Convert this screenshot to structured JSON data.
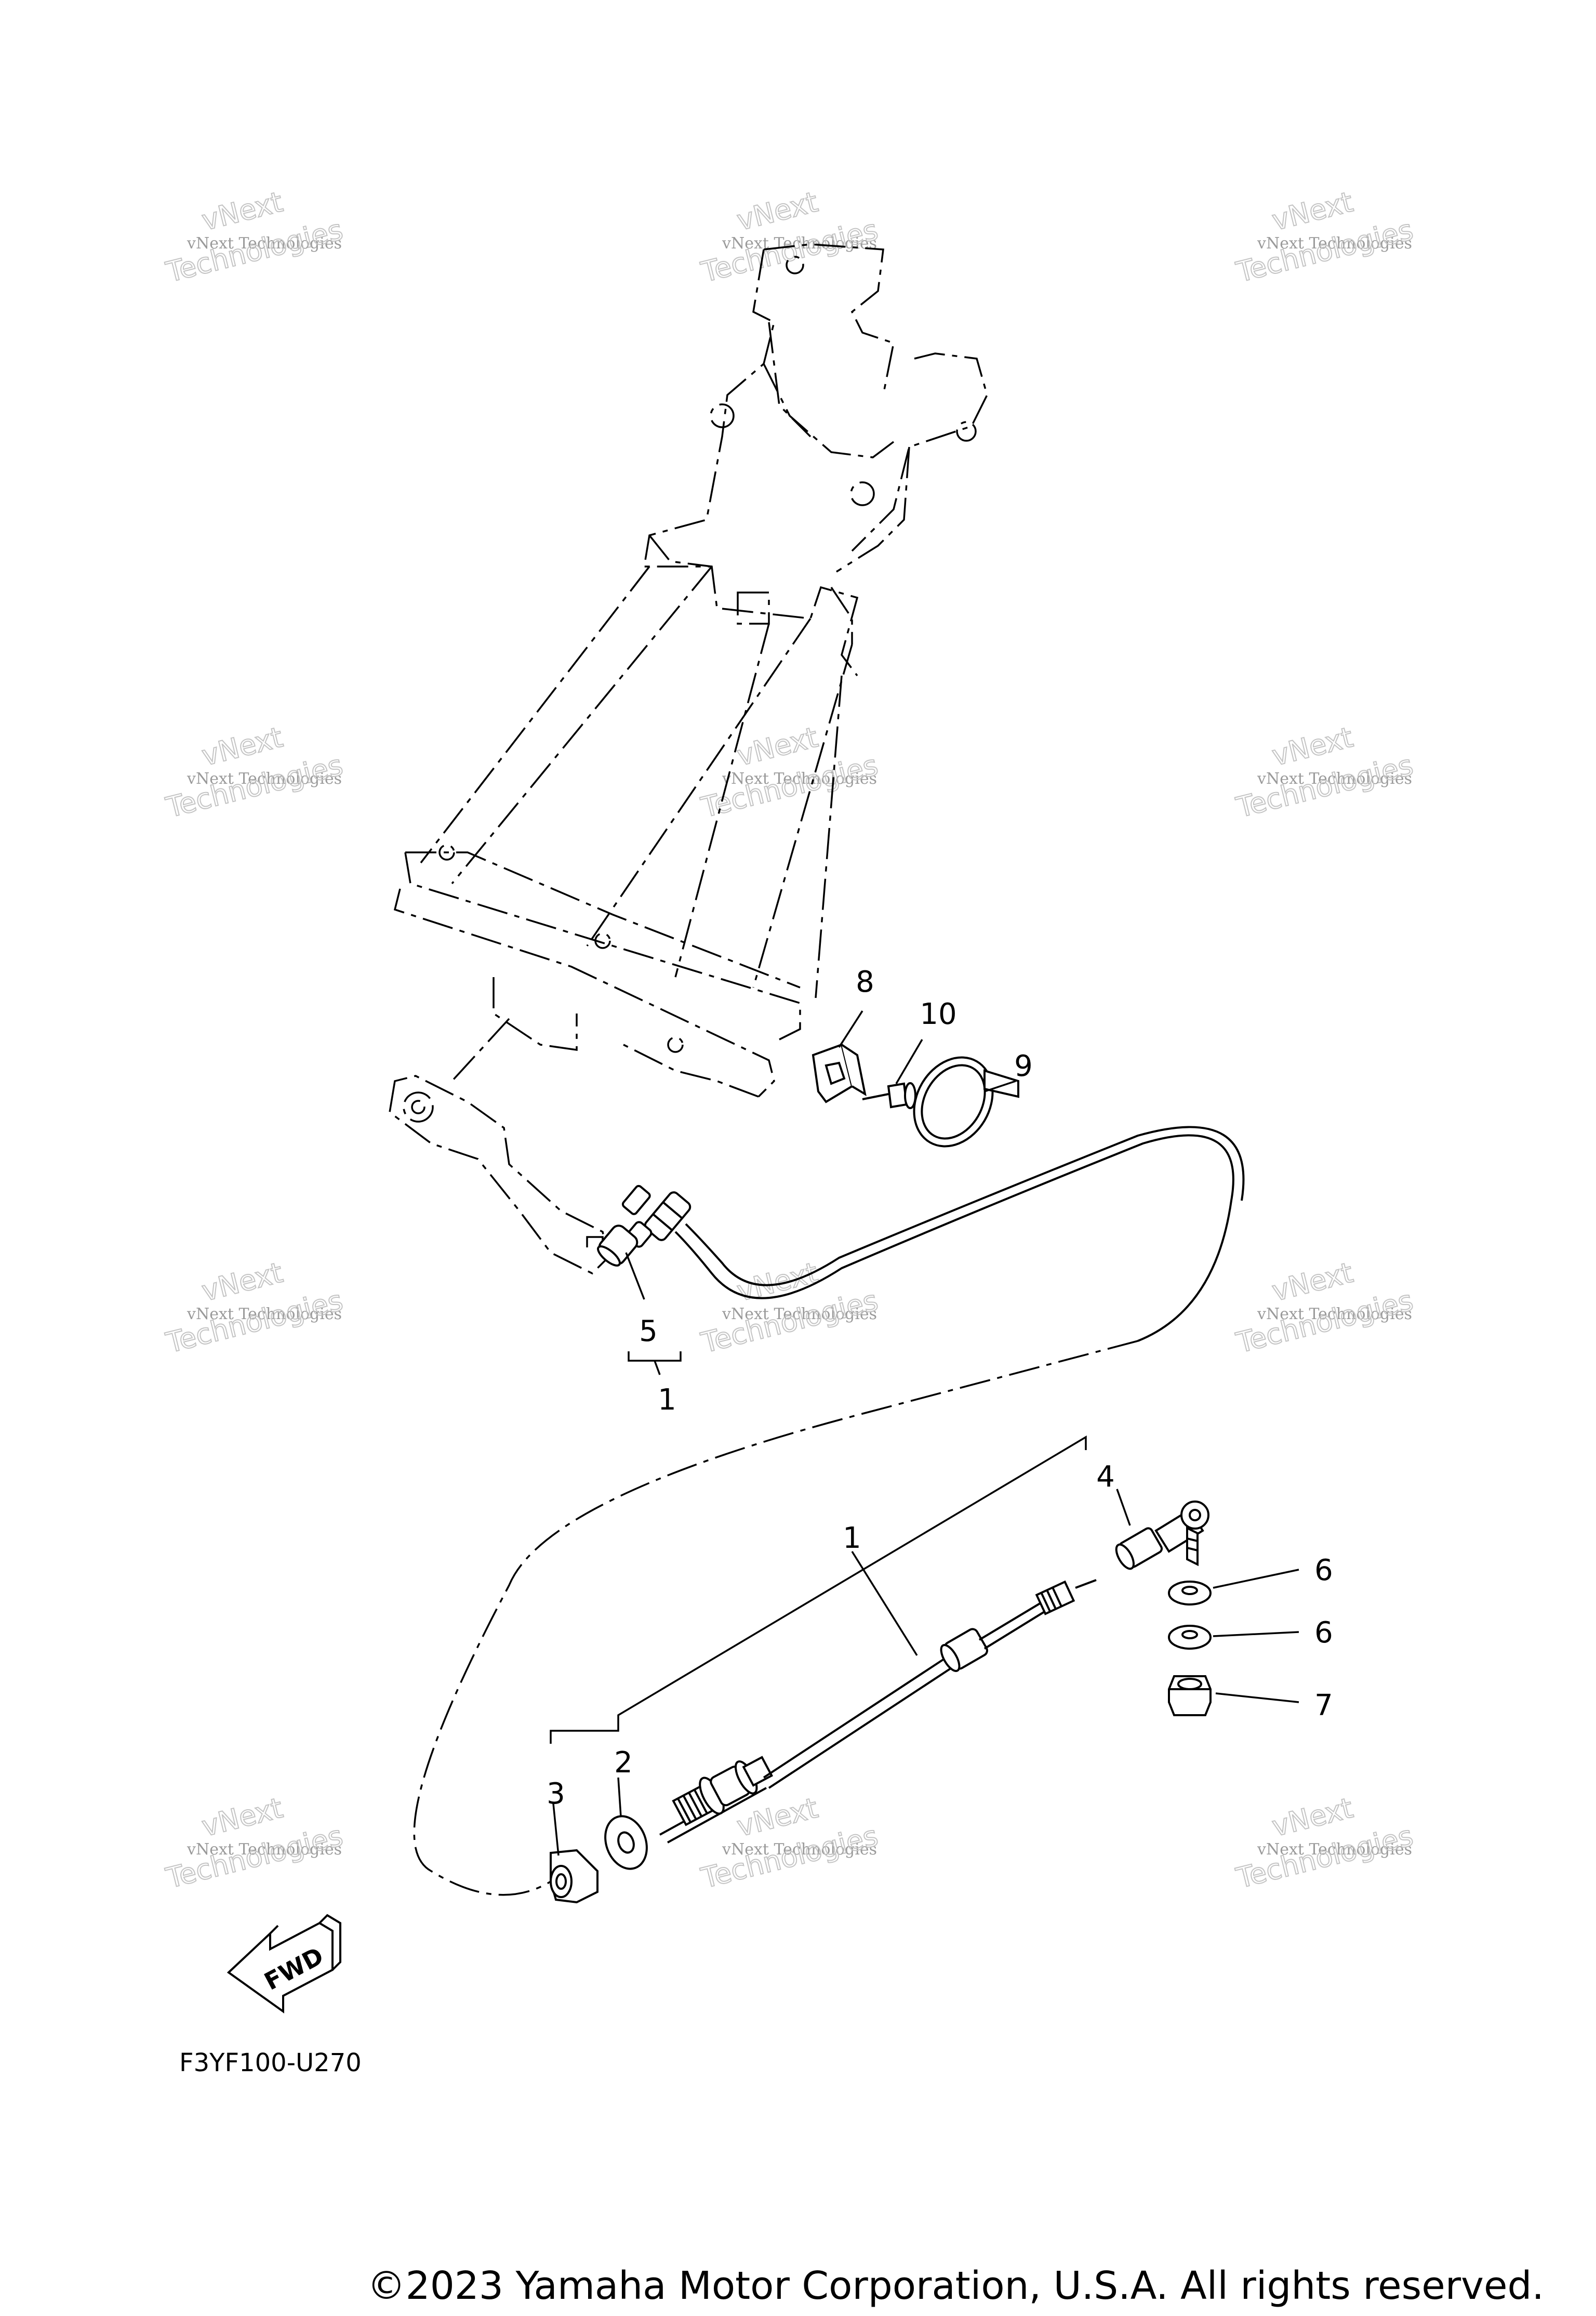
{
  "diagram": {
    "code": "F3YF100-U270",
    "fwd_label": "FWD",
    "callouts": {
      "c1a": "1",
      "c1b": "1",
      "c2": "2",
      "c3": "3",
      "c4": "4",
      "c5": "5",
      "c6a": "6",
      "c6b": "6",
      "c7": "7",
      "c8": "8",
      "c9": "9",
      "c10": "10"
    }
  },
  "watermark": {
    "line1": "vNext Technologies",
    "line2": "vNext",
    "line3": "Technologies"
  },
  "copyright": "©2023 Yamaha Motor Corporation, U.S.A. All rights reserved."
}
